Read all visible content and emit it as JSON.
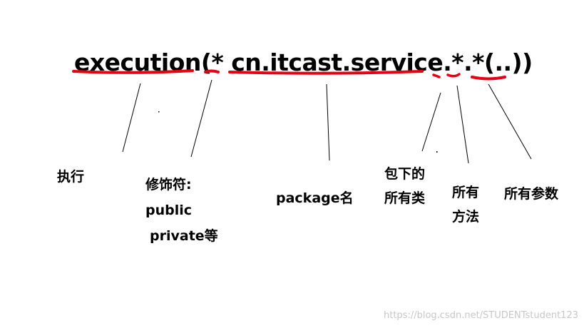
{
  "expression": {
    "keyword": "execution",
    "open_paren": "(",
    "return_type": "*",
    "package": "cn.itcast.service",
    "dot1": ".",
    "class_wildcard": "*",
    "dot2": ".",
    "method_wildcard": "*",
    "args": "(..)",
    "close_paren": ")"
  },
  "labels": {
    "execution": "执行",
    "modifier_line1": "修饰符:",
    "modifier_line2": "public",
    "modifier_line3": "private等",
    "package": "package名",
    "classes_line1": "包下的",
    "classes_line2": "所有类",
    "methods_line1": "所有",
    "methods_line2": "方法",
    "params": "所有参数"
  },
  "watermark": "https://blog.csdn.net/STUDENTstudent123",
  "colors": {
    "underline": "#e60012",
    "pointer_line": "#000000"
  }
}
